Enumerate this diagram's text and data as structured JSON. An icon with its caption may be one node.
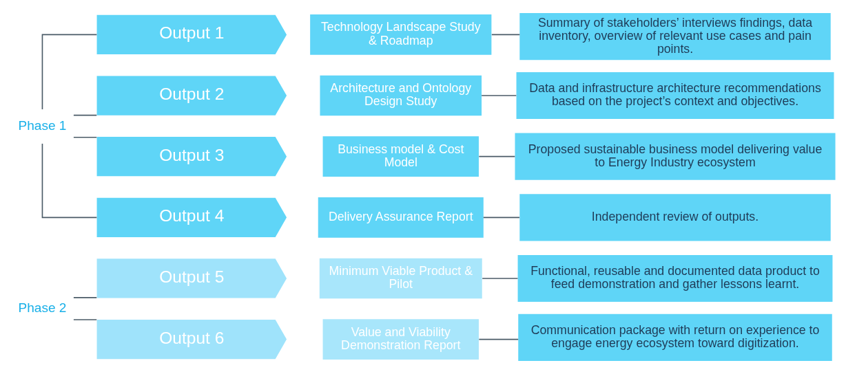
{
  "diagram": {
    "nodes": [
      {
        "text": [
          "Phase 1"
        ]
      },
      {
        "text": [
          "Output 1"
        ]
      },
      {
        "text": [
          "Technology Landscape Study & Roadmap"
        ]
      },
      {
        "text": [
          "Summary of stakeholders’ interviews findings, data inventory, overview of relevant use cases and pain points."
        ]
      },
      {
        "text": [
          "Output 2"
        ]
      },
      {
        "text": [
          "Architecture and Ontology Design Study"
        ]
      },
      {
        "text": [
          "Data and infrastructure architecture recommendations based on the project’s context and objectives."
        ]
      },
      {
        "text": [
          "Output 3"
        ]
      },
      {
        "text": [
          "Business model & Cost Model"
        ]
      },
      {
        "text": [
          "Proposed sustainable business model delivering value to Energy Industry ecosystem"
        ]
      },
      {
        "text": [
          "Output 4"
        ]
      },
      {
        "text": [
          "Delivery Assurance Report"
        ]
      },
      {
        "text": [
          "Independent review of outputs."
        ]
      },
      {
        "text": [
          "Phase 2"
        ]
      },
      {
        "text": [
          "Output 5"
        ]
      },
      {
        "text": [
          "Minimum Viable Product & Pilot"
        ]
      },
      {
        "text": [
          "Functional, reusable and documented data product to feed demonstration and gather lessons learnt."
        ]
      },
      {
        "text": [
          "Output 6"
        ]
      },
      {
        "text": [
          "Value and Viability Demonstration Report"
        ]
      },
      {
        "text": [
          "Communication package with return on experience to engage energy ecosystem toward digitization."
        ]
      }
    ],
    "edges": [
      {
        "from": 0,
        "to": 1,
        "arrow": "none"
      },
      {
        "from": 0,
        "to": 4,
        "arrow": "none"
      },
      {
        "from": 0,
        "to": 7,
        "arrow": "none"
      },
      {
        "from": 0,
        "to": 10,
        "arrow": "none"
      },
      {
        "from": 2,
        "to": 3,
        "arrow": "none"
      },
      {
        "from": 5,
        "to": 6,
        "arrow": "none"
      },
      {
        "from": 8,
        "to": 9,
        "arrow": "none"
      },
      {
        "from": 11,
        "to": 12,
        "arrow": "none"
      },
      {
        "from": 13,
        "to": 14,
        "arrow": "none"
      },
      {
        "from": 13,
        "to": 17,
        "arrow": "none"
      },
      {
        "from": 15,
        "to": 16,
        "arrow": "none"
      },
      {
        "from": 18,
        "to": 19,
        "arrow": "none"
      }
    ]
  }
}
